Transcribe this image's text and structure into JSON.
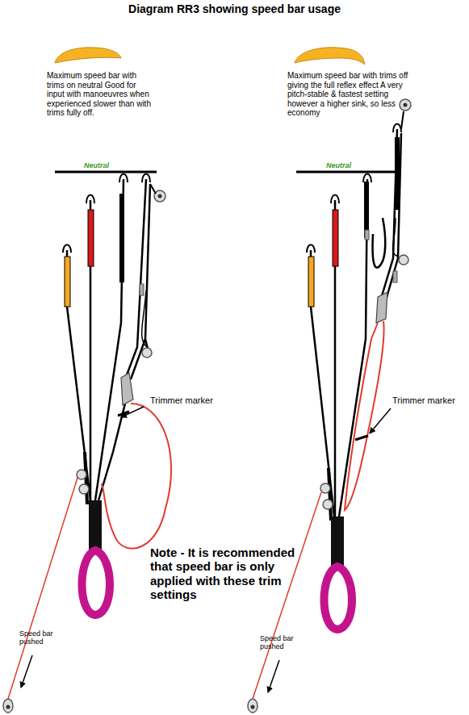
{
  "diagram": {
    "title": "Diagram RR3 showing speed bar usage",
    "labels": [
      "Maximum speed bar with trims on neutral Good for input with manoeuvres when experienced slower than with trims fully off.",
      "Maximum speed bar with trims off giving the full reflex effect A very pitch-stable & fastest setting however a higher sink, so less economy",
      "Neutral",
      "Neutral",
      "Trimmer marker",
      "Trimmer marker",
      "Note - It is recommended that speed bar is only applied with these trim settings",
      "Speed bar pushed",
      "Speed bar pushed"
    ]
  }
}
